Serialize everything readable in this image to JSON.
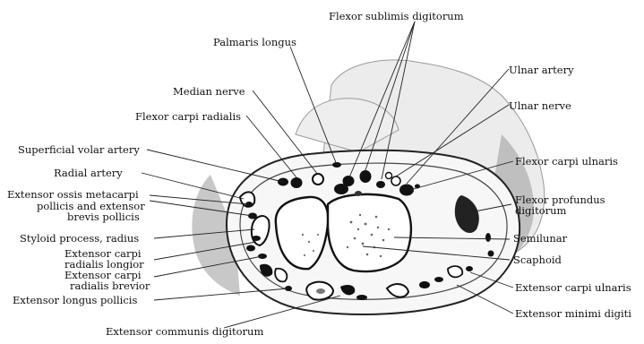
{
  "figure": {
    "labels": {
      "flexor_sublimis_digitorum": "Flexor sublimis digitorum",
      "palmaris_longus": "Palmaris longus",
      "ulnar_artery": "Ulnar artery",
      "median_nerve": "Median nerve",
      "ulnar_nerve": "Ulnar nerve",
      "flexor_carpi_radialis": "Flexor carpi radialis",
      "flexor_carpi_ulnaris": "Flexor carpi ulnaris",
      "superficial_volar_artery": "Superficial volar artery",
      "radial_artery": "Radial artery",
      "extensor_ossis_l1": "Extensor ossis metacarpi",
      "extensor_ossis_l2": "pollicis and extensor",
      "extensor_ossis_l3": "brevis pollicis",
      "flexor_profundus_l1": "Flexor profundus",
      "flexor_profundus_l2": "digitorum",
      "styloid_process": "Styloid process, radius",
      "semilunar": "Semilunar",
      "ecr_longior_l1": "Extensor carpi",
      "ecr_longior_l2": "radialis longior",
      "scaphoid": "Scaphoid",
      "ecr_brevior_l1": "Extensor carpi",
      "ecr_brevior_l2": "radialis brevior",
      "extensor_carpi_ulnaris": "Extensor carpi ulnaris",
      "extensor_longus_pollicis": "Extensor longus pollicis",
      "extensor_minimi_digiti": "Extensor minimi digiti",
      "extensor_communis_digitorum": "Extensor communis digitorum"
    }
  }
}
